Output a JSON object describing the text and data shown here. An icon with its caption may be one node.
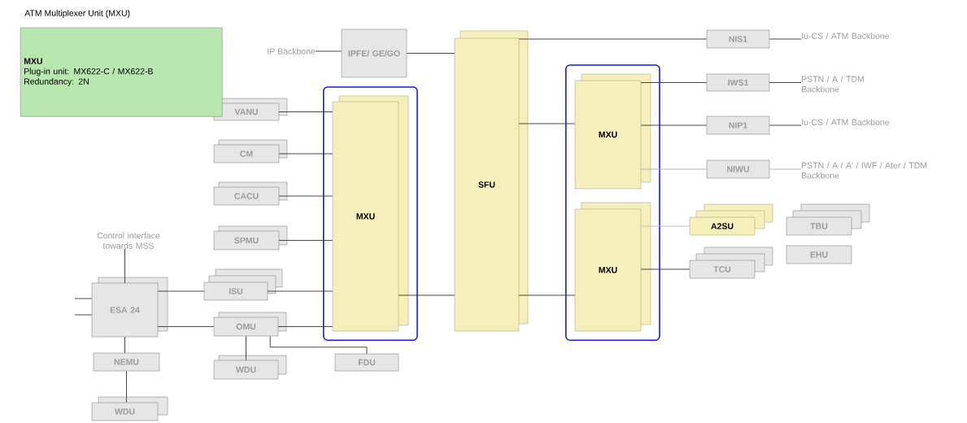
{
  "diagram": {
    "title": "ATM Multiplexer Unit (MXU)",
    "nodes": [
      {
        "text": [
          "MXU",
          "Plug-in unit: MX622-C / MX622-B",
          "Redundancy: 2N"
        ]
      },
      {
        "text": [
          "IP Backbone"
        ]
      },
      {
        "text": [
          "IPFE/ GE/GO"
        ]
      },
      {
        "text": [
          "SFU"
        ]
      },
      {
        "text": [],
        "shape": "box"
      },
      {
        "text": [
          "MXU"
        ],
        "in": 4
      },
      {
        "text": [
          "VANU"
        ]
      },
      {
        "text": [
          "CM"
        ]
      },
      {
        "text": [
          "CACU"
        ]
      },
      {
        "text": [
          "SPMU"
        ]
      },
      {
        "text": [
          "ISU"
        ]
      },
      {
        "text": [
          "OMU"
        ]
      },
      {
        "text": [
          "WDU"
        ]
      },
      {
        "text": [
          "ESA 24"
        ]
      },
      {
        "text": [
          "NEMU"
        ]
      },
      {
        "text": [
          "WDU"
        ]
      },
      {
        "text": [
          "FDU"
        ]
      },
      {
        "text": [],
        "shape": "box"
      },
      {
        "text": [
          "MXU"
        ],
        "in": 17
      },
      {
        "text": [
          "MXU"
        ],
        "in": 17
      },
      {
        "text": [
          "NIS1"
        ]
      },
      {
        "text": [
          "IWS1"
        ]
      },
      {
        "text": [
          "NIP1"
        ]
      },
      {
        "text": [
          "NIWU"
        ]
      },
      {
        "text": [
          "A2SU"
        ]
      },
      {
        "text": [
          "TCU"
        ]
      },
      {
        "text": [
          "TBU"
        ]
      },
      {
        "text": [
          "EHU"
        ]
      },
      {
        "text": [
          "Iu-CS / ATM Backbone"
        ]
      },
      {
        "text": [
          "PSTN / A / TDM Backbone"
        ]
      },
      {
        "text": [
          "Iu-CS / ATM Backbone"
        ]
      },
      {
        "text": [
          "PSTN / A / A' / IWF / Ater / TDM Backbone"
        ]
      },
      {
        "text": [
          "Control interface towards MSS"
        ]
      }
    ],
    "edges": [
      {
        "from": 1,
        "to": 2,
        "arrow": "none"
      },
      {
        "from": 2,
        "to": 3,
        "arrow": "none"
      },
      {
        "from": 6,
        "to": 5,
        "arrow": "none"
      },
      {
        "from": 7,
        "to": 5,
        "arrow": "none"
      },
      {
        "from": 8,
        "to": 5,
        "arrow": "none"
      },
      {
        "from": 9,
        "to": 5,
        "arrow": "none"
      },
      {
        "from": 10,
        "to": 5,
        "arrow": "none"
      },
      {
        "from": 11,
        "to": 5,
        "arrow": "none"
      },
      {
        "from": 13,
        "to": 10,
        "arrow": "none"
      },
      {
        "from": 13,
        "to": 11,
        "arrow": "none"
      },
      {
        "from": 13,
        "to": 32,
        "arrow": "none"
      },
      {
        "from": null,
        "to": 13,
        "arrow": "none"
      },
      {
        "from": null,
        "to": 13,
        "arrow": "none"
      },
      {
        "from": 13,
        "to": 14,
        "arrow": "none"
      },
      {
        "from": 14,
        "to": 15,
        "arrow": "none"
      },
      {
        "from": 11,
        "to": 12,
        "arrow": "none"
      },
      {
        "from": 11,
        "to": 16,
        "arrow": "none"
      },
      {
        "from": 5,
        "to": 3,
        "arrow": "none"
      },
      {
        "from": 3,
        "to": 20,
        "arrow": "none"
      },
      {
        "from": 3,
        "to": 18,
        "arrow": "none"
      },
      {
        "from": 3,
        "to": 19,
        "arrow": "none"
      },
      {
        "from": 18,
        "to": 21,
        "arrow": "none"
      },
      {
        "from": 18,
        "to": 22,
        "arrow": "none"
      },
      {
        "from": 18,
        "to": 23,
        "arrow": "none",
        "color": "#aaaaaa"
      },
      {
        "from": 19,
        "to": 25,
        "arrow": "none"
      },
      {
        "from": 19,
        "to": 24,
        "arrow": "none",
        "color": "#bbbbbb"
      },
      {
        "from": 20,
        "to": 28,
        "arrow": "none"
      },
      {
        "from": 21,
        "to": 29,
        "arrow": "none"
      },
      {
        "from": 22,
        "to": 30,
        "arrow": "none"
      },
      {
        "from": 23,
        "to": 31,
        "arrow": "none",
        "color": "#aaaaaa"
      }
    ]
  }
}
